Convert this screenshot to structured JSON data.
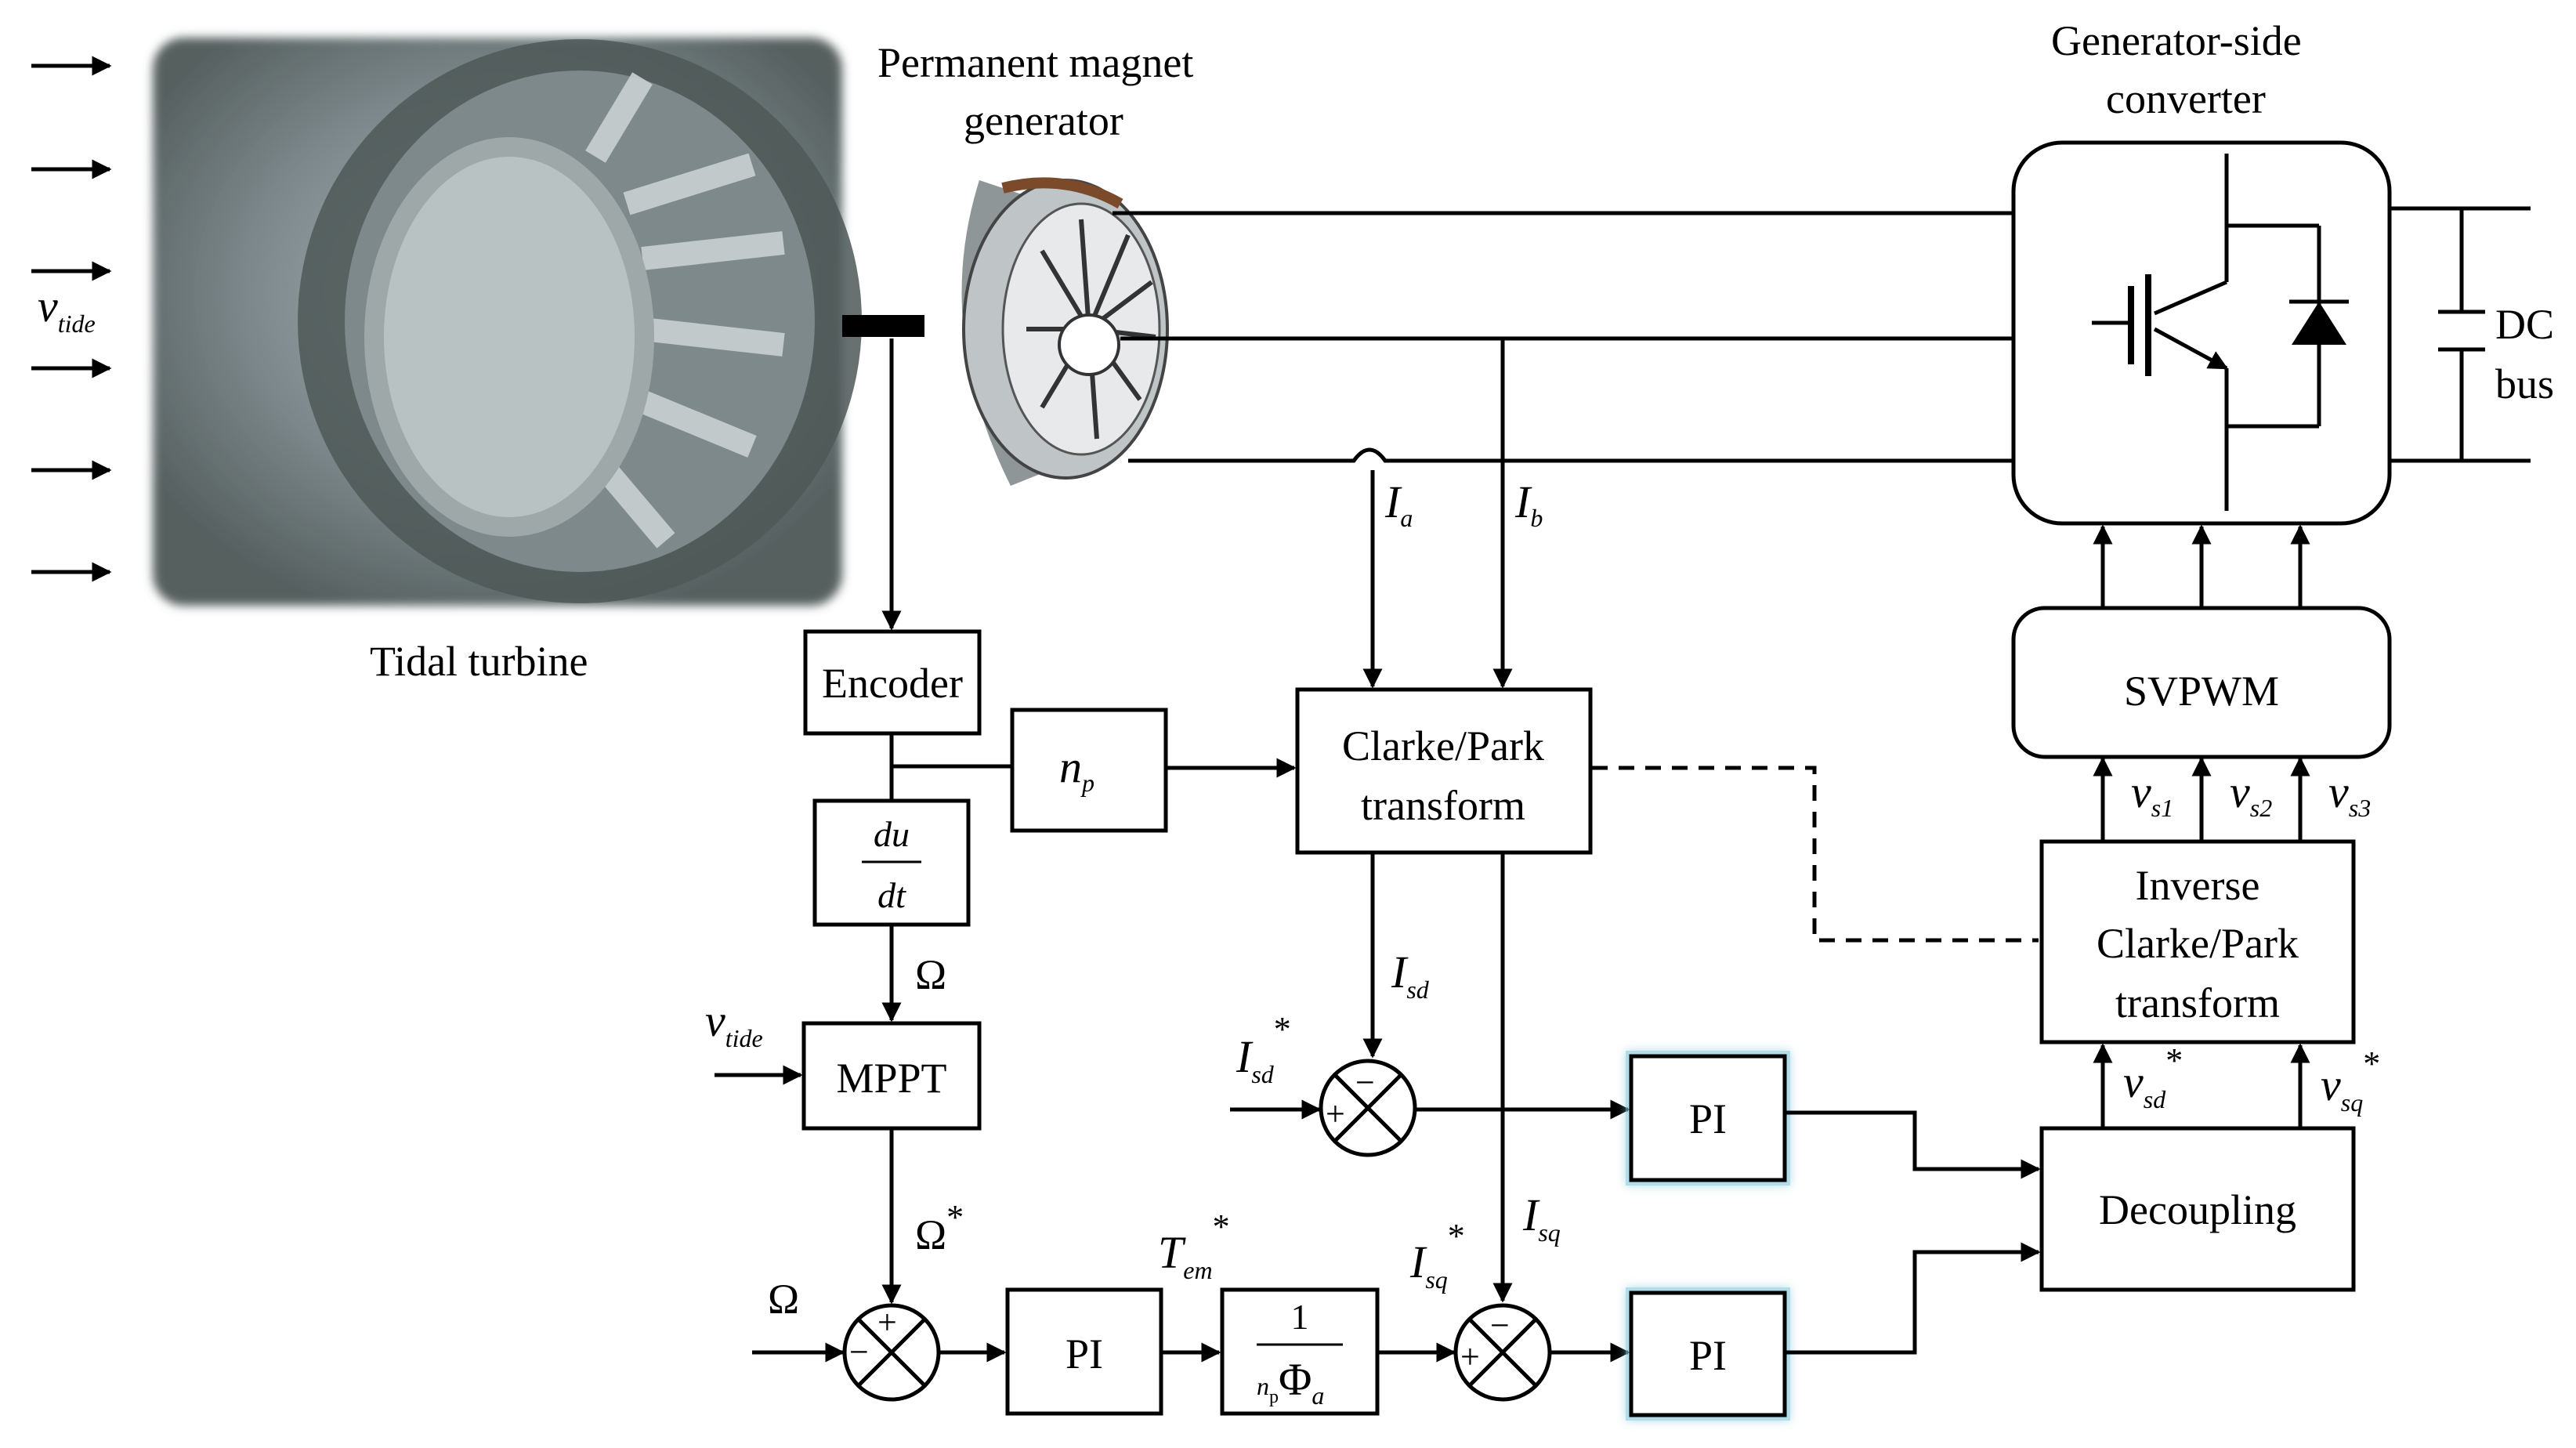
{
  "labels": {
    "generator": [
      "Permanent magnet",
      "generator"
    ],
    "converter": [
      "Generator-side",
      "converter"
    ],
    "tidal_turbine": "Tidal turbine",
    "dc_bus": [
      "DC",
      "bus"
    ]
  },
  "blocks": {
    "encoder": "Encoder",
    "np": "n",
    "np_sub": "p",
    "derivative_num": "du",
    "derivative_den": "dt",
    "mppt": "MPPT",
    "clarke_park": [
      "Clarke/Park",
      "transform"
    ],
    "svpwm": "SVPWM",
    "inverse_clarke_park": [
      "Inverse",
      "Clarke/Park",
      "transform"
    ],
    "decoupling": "Decoupling",
    "pi_speed": "PI",
    "pi_d": "PI",
    "pi_q": "PI",
    "torque_gain_num": "1",
    "torque_gain_den_n": "n",
    "torque_gain_den_sub": "p",
    "torque_gain_den_phi": "Φ",
    "torque_gain_den_phi_sub": "a"
  },
  "signals": {
    "v": "v",
    "tide": "tide",
    "I": "I",
    "a": "a",
    "b": "b",
    "sd": "sd",
    "sq": "sq",
    "s1": "s1",
    "s2": "s2",
    "s3": "s3",
    "omega": "Ω",
    "T": "T",
    "em": "em",
    "star": "*",
    "plus": "+",
    "minus": "−"
  },
  "colors": {
    "line": "#000000",
    "pi_glow": "#7fc6d8"
  }
}
